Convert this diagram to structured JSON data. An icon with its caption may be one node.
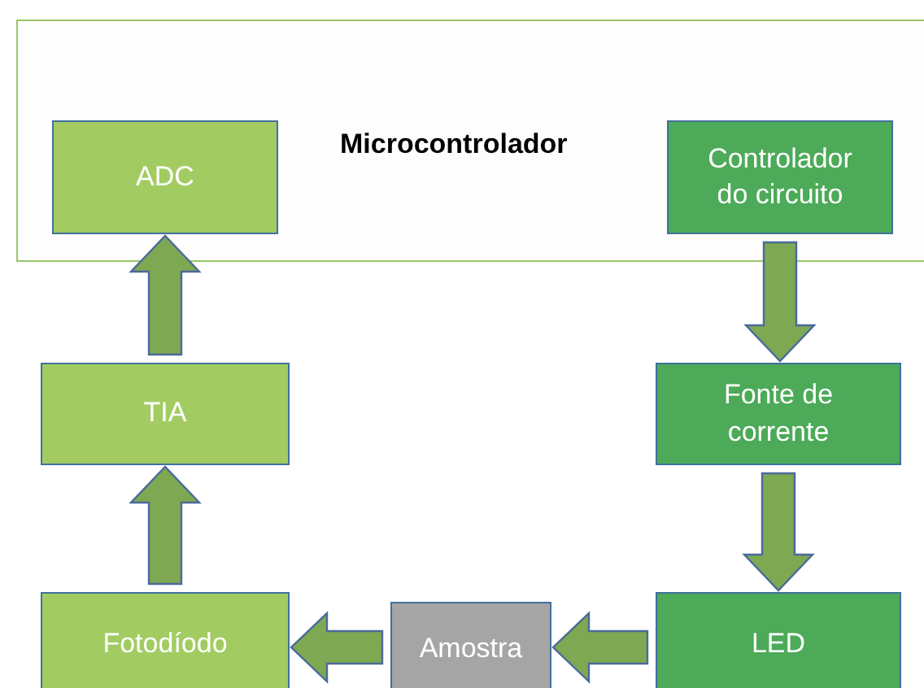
{
  "diagram": {
    "nodes": [
      {
        "text": [
          "Microcontrolador"
        ]
      },
      {
        "text": [
          "ADC"
        ],
        "in": 0
      },
      {
        "text": [
          "Controlador do circuito"
        ],
        "in": 0
      },
      {
        "text": [
          "TIA"
        ]
      },
      {
        "text": [
          "Fonte de corrente"
        ]
      },
      {
        "text": [
          "Fotodíodo"
        ]
      },
      {
        "text": [
          "Amostra"
        ]
      },
      {
        "text": [
          "LED"
        ]
      }
    ],
    "edges": [
      {
        "from": 2,
        "to": 4,
        "arrow": "to"
      },
      {
        "from": 4,
        "to": 7,
        "arrow": "to"
      },
      {
        "from": 7,
        "to": 6,
        "arrow": "to"
      },
      {
        "from": 6,
        "to": 5,
        "arrow": "to"
      },
      {
        "from": 5,
        "to": 3,
        "arrow": "to"
      },
      {
        "from": 3,
        "to": 1,
        "arrow": "to"
      }
    ]
  }
}
